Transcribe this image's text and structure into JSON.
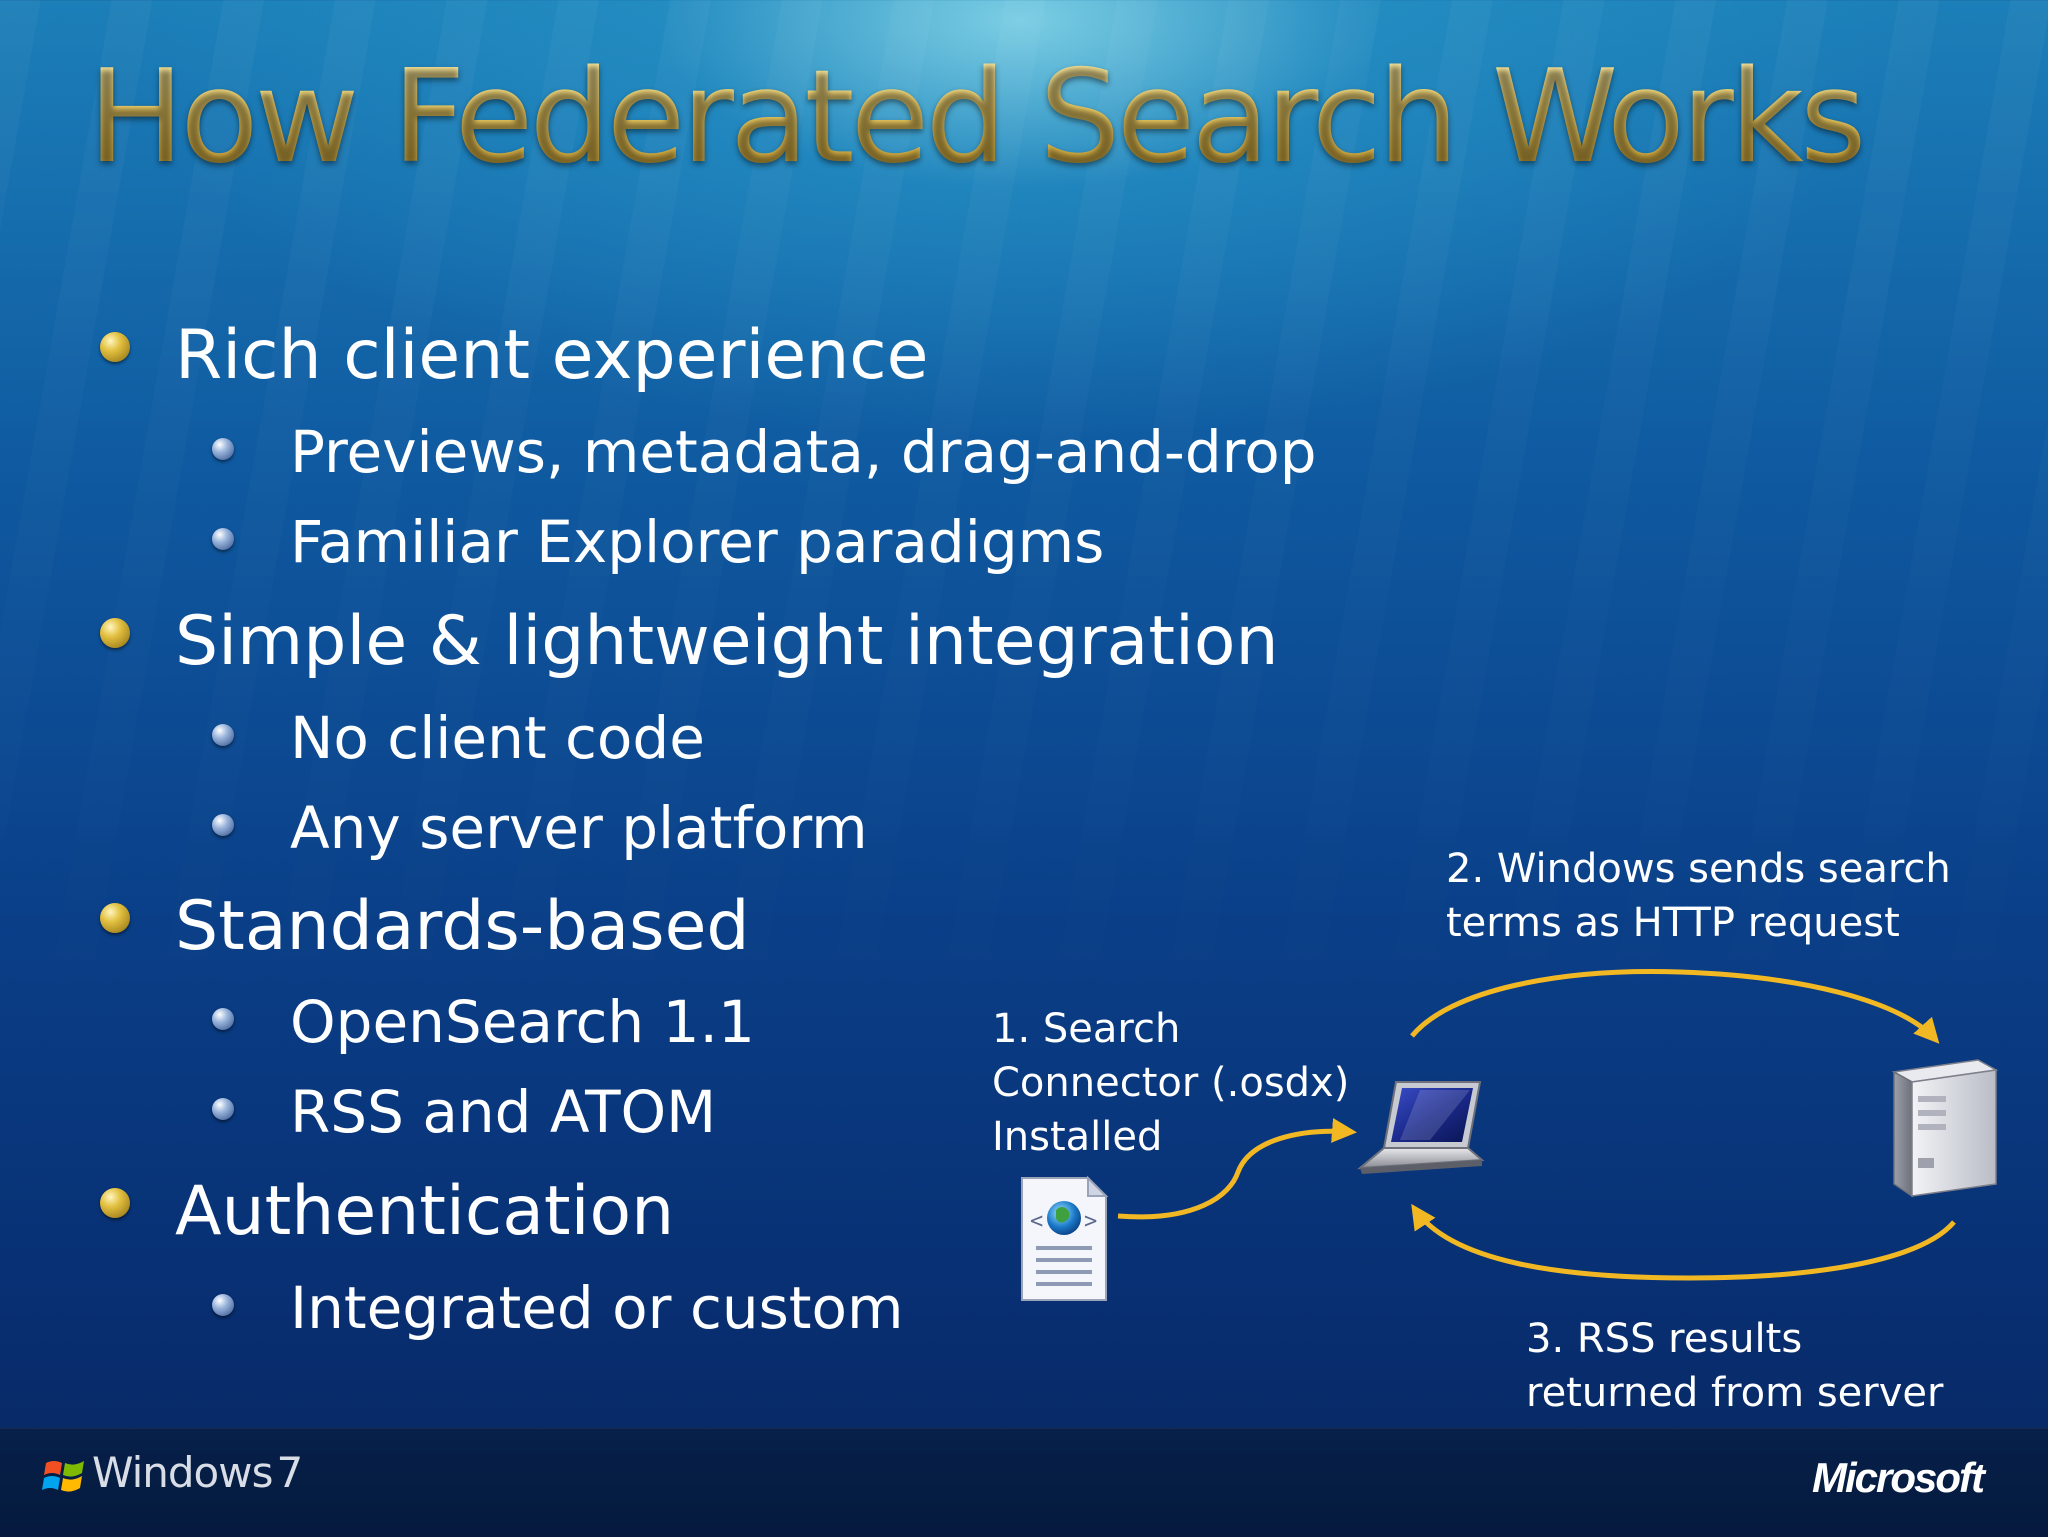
{
  "slide": {
    "title": "How Federated Search Works",
    "bullets": [
      {
        "text": "Rich client experience",
        "subs": [
          "Previews, metadata, drag-and-drop",
          "Familiar Explorer paradigms"
        ]
      },
      {
        "text": "Simple & lightweight integration",
        "subs": [
          "No client code",
          "Any server platform"
        ]
      },
      {
        "text": "Standards-based",
        "subs": [
          "OpenSearch 1.1",
          "RSS and ATOM"
        ]
      },
      {
        "text": "Authentication",
        "subs": [
          "Integrated or custom"
        ]
      }
    ]
  },
  "diagram": {
    "step1": {
      "line1": "1. Search",
      "line2": "Connector (.osdx)",
      "line3": "Installed"
    },
    "step2": {
      "line1": "2.  Windows sends search",
      "line2": "terms as HTTP request"
    },
    "step3": {
      "line1": "3. RSS results",
      "line2": "returned from server"
    },
    "icons": [
      "osdx-file-icon",
      "laptop-icon",
      "server-icon"
    ],
    "arrow_color": "#f2b824"
  },
  "footer": {
    "left_brand": "Windows",
    "left_version": "7",
    "right_brand": "Microsoft"
  }
}
